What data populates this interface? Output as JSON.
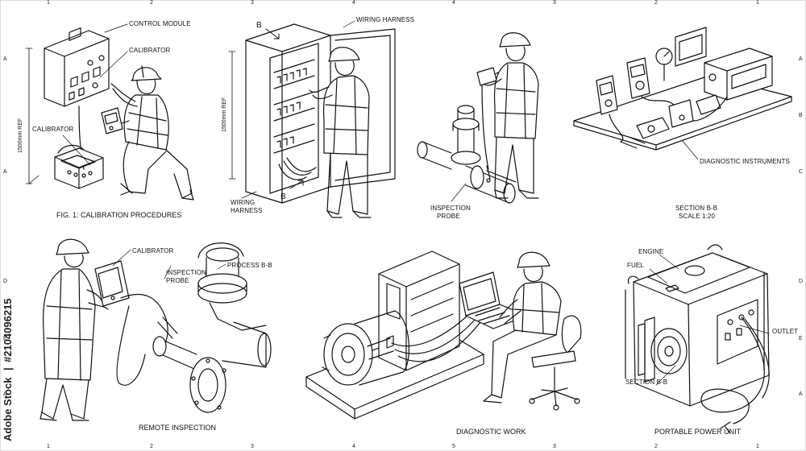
{
  "grid": {
    "top": [
      "1",
      "2",
      "3",
      "4",
      "4",
      "3",
      "2",
      "1"
    ],
    "bottom": [
      "1",
      "2",
      "3",
      "4",
      "5",
      "3",
      "2",
      "1"
    ],
    "left": [
      "A",
      "A",
      "D",
      "E",
      "A"
    ],
    "right": [
      "A",
      "B",
      "C",
      "D",
      "E",
      "A"
    ]
  },
  "panels": {
    "calibration": {
      "control_module": "CONTROL MODULE",
      "calibrator_1": "CALIBRATOR",
      "calibrator_2": "CALIBRATOR",
      "height_ref": "1500mm REF",
      "caption": "FIG. 1: CALIBRATION PROCEDURES"
    },
    "wiring": {
      "section_top": "B",
      "section_bottom": "B",
      "wiring_harness_1": "WIRING HARNESS",
      "wiring_harness_2_line1": "WIRING",
      "wiring_harness_2_line2": "HARNESS",
      "height_ref": "1500mm REF"
    },
    "probe": {
      "label_line1": "INSPECTION",
      "label_line2": "PROBE"
    },
    "instruments": {
      "diagnostic": "DIAGNOSTIC INSTRUMENTS",
      "section_line1": "SECTION B-B",
      "section_line2": "SCALE 1:20"
    },
    "remote": {
      "calibrator": "CALIBRATOR",
      "probe_line1": "INSPECTION",
      "probe_line2": "PROBE",
      "process": "PROCESS B-B",
      "caption": "REMOTE INSPECTION"
    },
    "diagnostic": {
      "caption": "DIAGNOSTIC WORK"
    },
    "power": {
      "engine": "ENGINE",
      "fuel": "FUEL",
      "outlet": "OUTLET",
      "section": "SECTION B-B",
      "caption": "PORTABLE POWER UNIT"
    }
  },
  "watermark": {
    "brand": "Adobe Stock",
    "separator": "|",
    "id": "#2104096215"
  }
}
